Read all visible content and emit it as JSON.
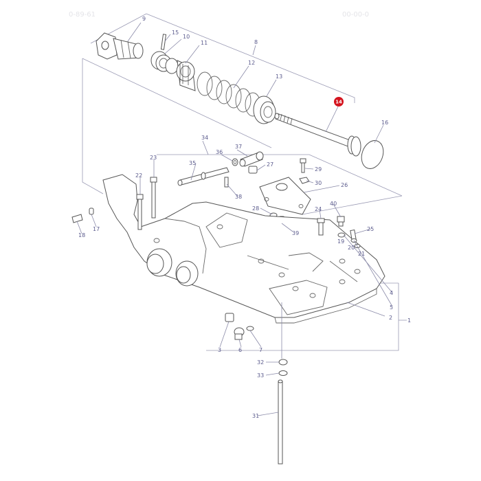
{
  "watermark_left": "0-89-61",
  "watermark_right": "00-00-0",
  "highlight": {
    "part": "14",
    "color": "#d4141e"
  },
  "colors": {
    "line": "#555555",
    "label": "#5a5a8c",
    "leader": "#8a8aa8"
  },
  "labels": {
    "l1": "1",
    "l2": "2",
    "l3": "3",
    "l4": "4",
    "l5": "5",
    "l6": "6",
    "l7": "7",
    "l8": "8",
    "l9": "9",
    "l10": "10",
    "l11": "11",
    "l12": "12",
    "l13": "13",
    "l14": "14",
    "l15": "15",
    "l16": "16",
    "l17": "17",
    "l18": "18",
    "l19": "19",
    "l20": "20",
    "l21": "21",
    "l22": "22",
    "l23": "23",
    "l24": "24",
    "l25": "25",
    "l26": "26",
    "l27": "27",
    "l28": "28",
    "l29": "29",
    "l30": "30",
    "l31": "31",
    "l32": "32",
    "l33": "33",
    "l34": "34",
    "l35": "35",
    "l36": "36",
    "l37": "37",
    "l38": "38",
    "l39": "39",
    "l40": "40"
  }
}
